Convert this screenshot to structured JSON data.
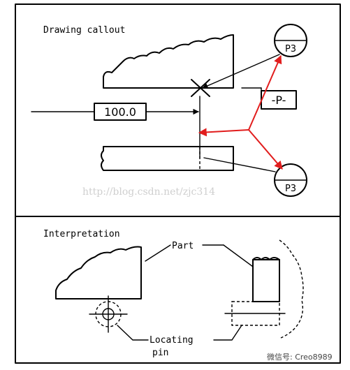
{
  "labels": {
    "drawing_callout": "Drawing callout",
    "interpretation": "Interpretation",
    "part": "Part",
    "locating": "Locating",
    "pin": "pin"
  },
  "callout": {
    "dimension": "100.0",
    "datum": "-P-",
    "target_upper": "P3",
    "target_lower": "P3"
  },
  "watermark": {
    "url": "http://blog.csdn.net/zjc314",
    "wechat": "微信号: Creo8989"
  },
  "colors": {
    "ink": "#000000",
    "highlight_arrow": "#e11d1d",
    "watermark": "#cfcfcf"
  }
}
